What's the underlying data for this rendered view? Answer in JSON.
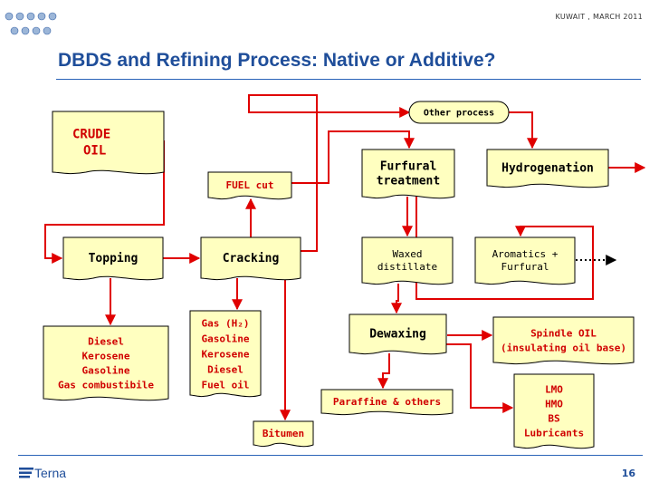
{
  "header": {
    "date": "KUWAIT , MARCH 2011"
  },
  "title": "DBDS  and Refining Process: Native or Additive?",
  "footer": {
    "logo_text": "Terna",
    "page_number": "16"
  },
  "colors": {
    "box_fill": "#ffffc0",
    "arrow_red": "#e00000",
    "title_blue": "#1f4e9a"
  },
  "nodes": {
    "crude_oil": [
      "CRUDE",
      "OIL"
    ],
    "topping": [
      "Topping"
    ],
    "cracking": [
      "Cracking"
    ],
    "fuel_cut": [
      "FUEL cut"
    ],
    "other_process": [
      "Other process"
    ],
    "furfural_treatment": [
      "Furfural",
      "treatment"
    ],
    "hydrogenation": [
      "Hydrogenation"
    ],
    "waxed_distillate": [
      "Waxed",
      "distillate"
    ],
    "aromatics_furfural": [
      "Aromatics +",
      "Furfural"
    ],
    "dewaxing": [
      "Dewaxing"
    ],
    "spindle_oil": [
      "Spindle OIL",
      "(insulating oil base)"
    ],
    "topping_products": [
      "Diesel",
      "Kerosene",
      "Gasoline",
      "Gas combustibile"
    ],
    "cracking_products": [
      "Gas (H₂)",
      "Gasoline",
      "Kerosene",
      "Diesel",
      "Fuel oil"
    ],
    "bitumen": [
      "Bitumen"
    ],
    "paraffine": [
      "Paraffine & others"
    ],
    "lubricants": [
      "LMO",
      "HMO",
      "BS",
      "Lubricants"
    ]
  }
}
